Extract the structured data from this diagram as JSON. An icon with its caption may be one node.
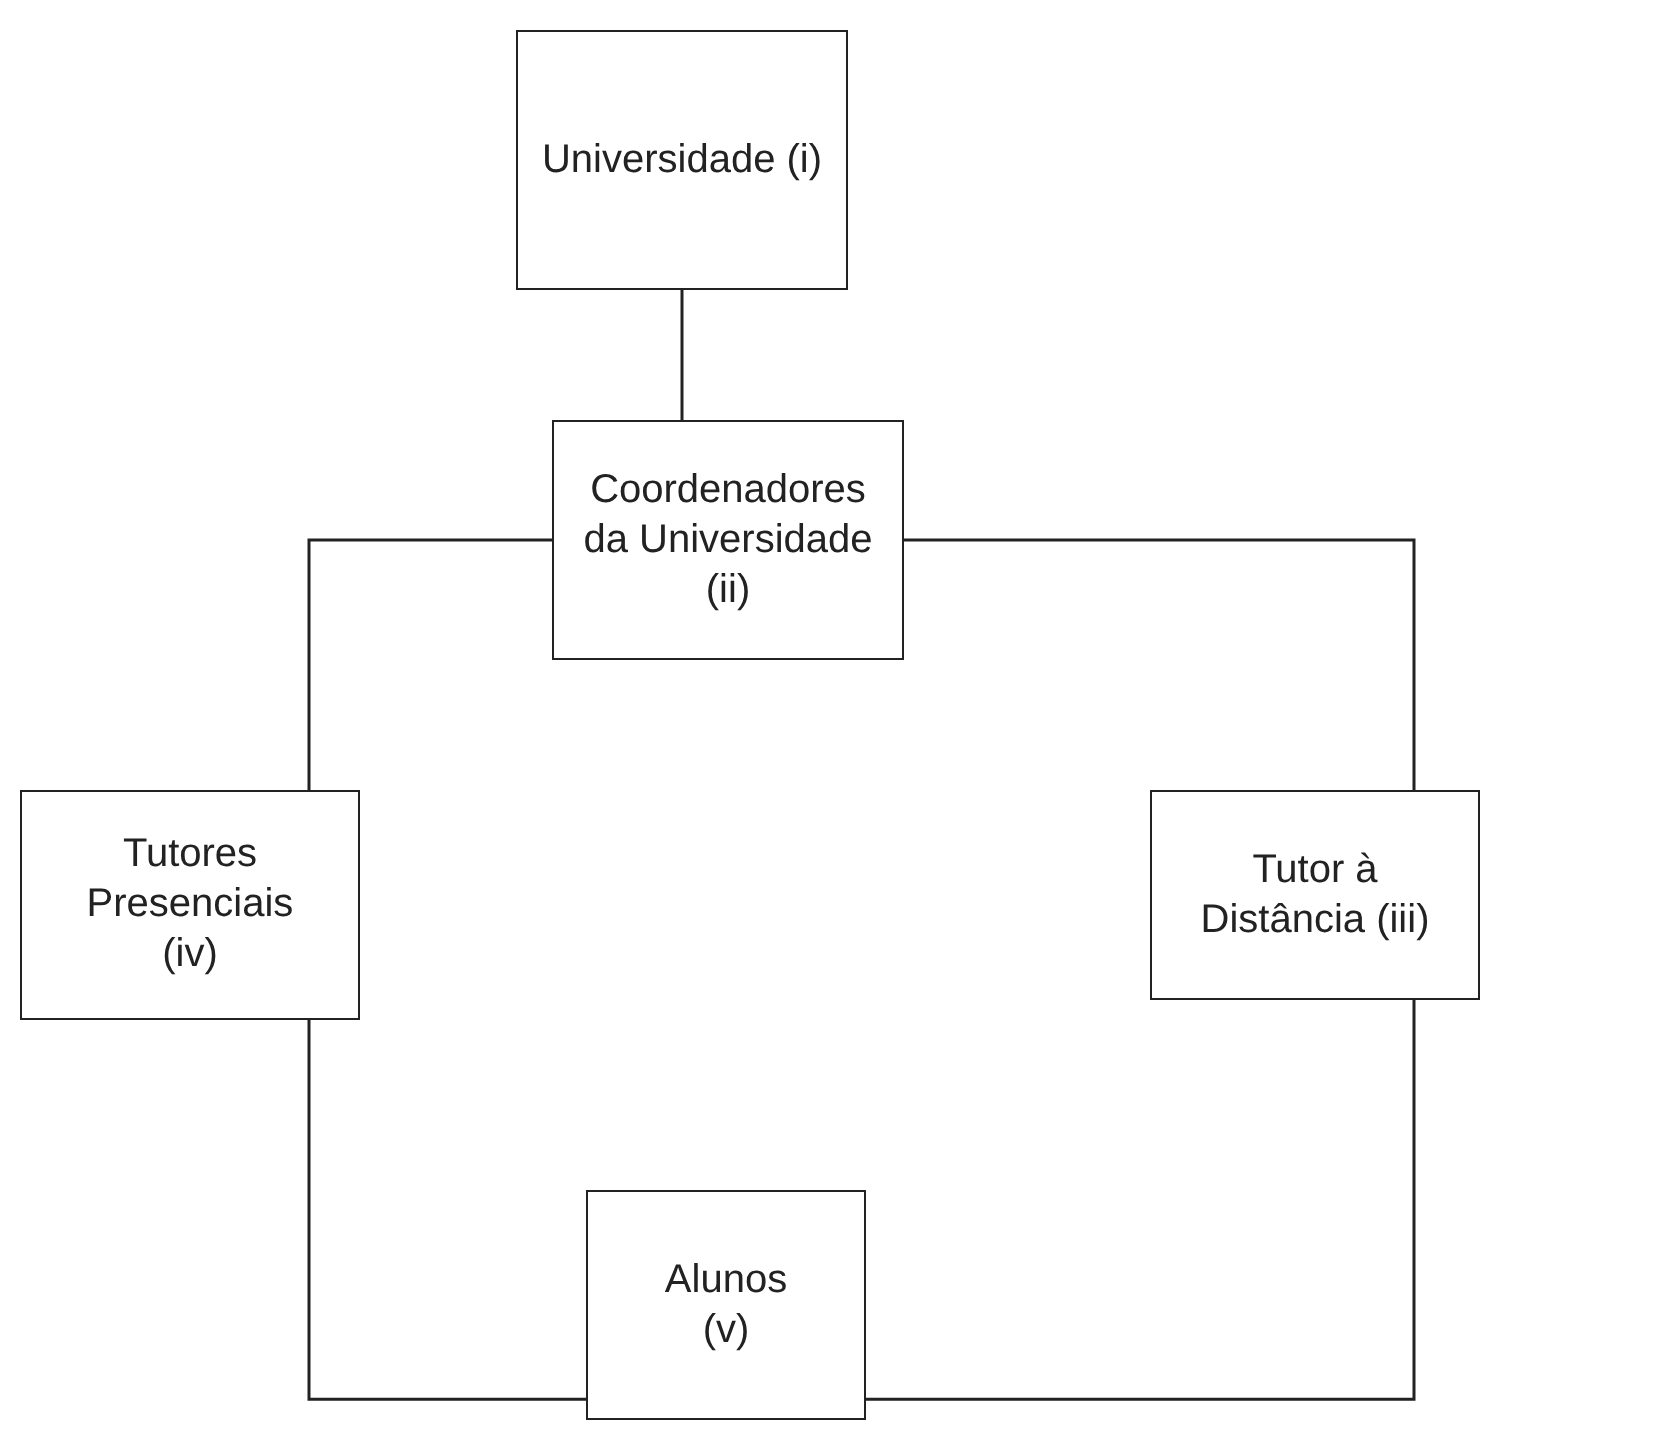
{
  "diagram": {
    "nodes": [
      {
        "text": [
          "Universidade (i)"
        ]
      },
      {
        "text": [
          "Coordenadores da Universidade (ii)"
        ]
      },
      {
        "text": [
          "Tutores Presenciais (iv)"
        ]
      },
      {
        "text": [
          "Tutor à Distância (iii)"
        ]
      },
      {
        "text": [
          "Alunos (v)"
        ]
      }
    ],
    "edges": [
      {
        "from": 0,
        "to": 1,
        "arrow": "none"
      },
      {
        "from": 1,
        "to": 2,
        "arrow": "none"
      },
      {
        "from": 1,
        "to": 3,
        "arrow": "none"
      },
      {
        "from": 2,
        "to": 4,
        "arrow": "none"
      },
      {
        "from": 3,
        "to": 4,
        "arrow": "none"
      }
    ]
  }
}
